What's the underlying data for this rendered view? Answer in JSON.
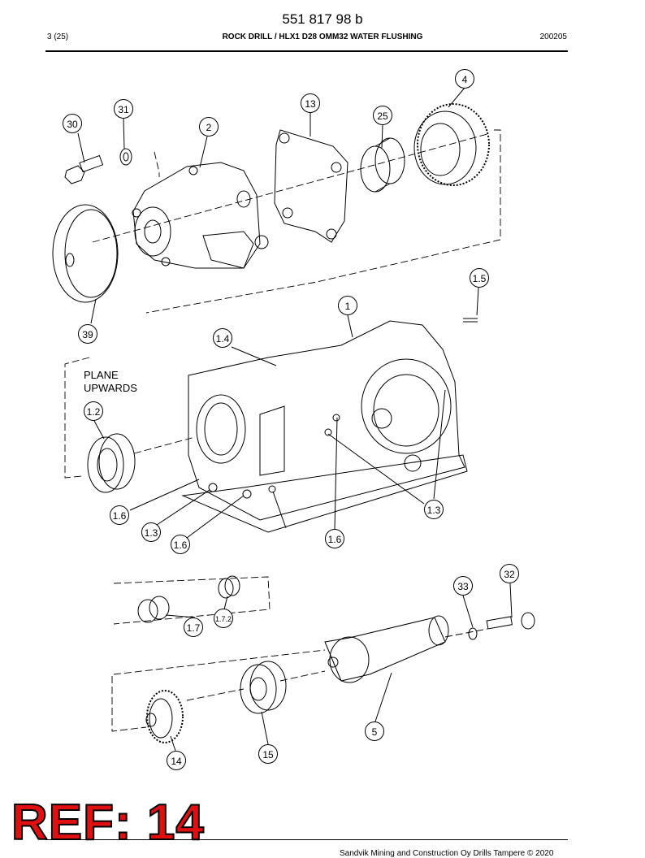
{
  "header": {
    "doc_number": "551 817 98 b",
    "page": "3 (25)",
    "title": "ROCK DRILL / HLX1 D28 OMM32 WATER FLUSHING",
    "date": "200205"
  },
  "diagram": {
    "note": "PLANE\nUPWARDS",
    "callouts": [
      "4",
      "31",
      "13",
      "25",
      "30",
      "2",
      "39",
      "1.5",
      "1",
      "1.4",
      "1.2",
      "1.6",
      "1.3",
      "1.3",
      "1.6",
      "1.6",
      "32",
      "33",
      "1.7.2",
      "1.7",
      "5",
      "14",
      "15"
    ]
  },
  "stamp": "REF: 14",
  "footer": "Sandvik Mining and Construction Oy Drills Tampere © 2020"
}
